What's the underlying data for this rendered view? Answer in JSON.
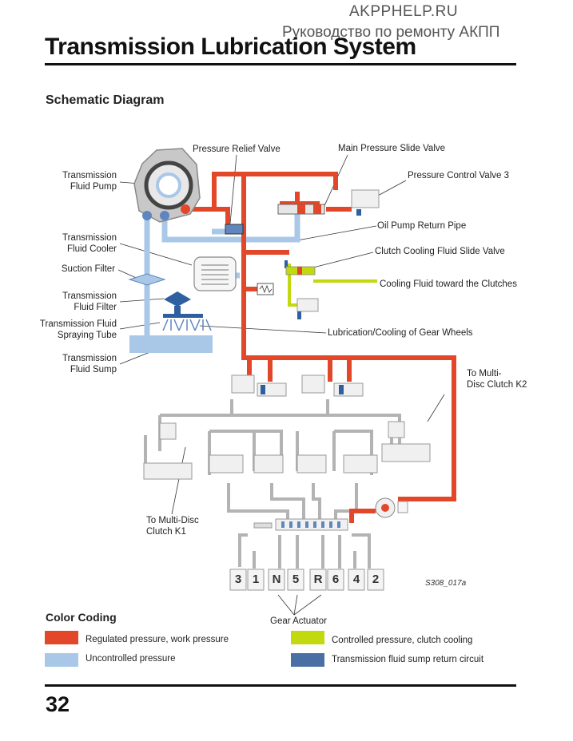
{
  "watermark": {
    "site": "AKPPHELP.RU",
    "caption": "Руководство по ремонту АКПП"
  },
  "header": {
    "title": "Transmission Lubrication System",
    "subtitle": "Schematic Diagram"
  },
  "labels": {
    "pump": [
      "Transmission",
      "Fluid Pump"
    ],
    "relief": "Pressure Relief Valve",
    "main_slide": "Main Pressure Slide Valve",
    "pcv3": "Pressure Control Valve 3",
    "cooler": [
      "Transmission",
      "Fluid Cooler"
    ],
    "return_pipe": "Oil Pump Return Pipe",
    "suction": "Suction Filter",
    "clutch_slide": "Clutch Cooling Fluid Slide Valve",
    "cooling_toward": "Cooling Fluid toward the Clutches",
    "filter": [
      "Transmission",
      "Fluid Filter"
    ],
    "spray": [
      "Transmission Fluid",
      "Spraying Tube"
    ],
    "lubrication": "Lubrication/Cooling of Gear Wheels",
    "sump": [
      "Transmission",
      "Fluid Sump"
    ],
    "k2": [
      "To Multi-",
      "Disc Clutch K2"
    ],
    "k1": [
      "To Multi-Disc",
      "Clutch K1"
    ],
    "gear_actuator": "Gear Actuator",
    "figure_ref": "S308_017a"
  },
  "gears": [
    "3",
    "1",
    "N",
    "5",
    "R",
    "6",
    "4",
    "2"
  ],
  "color_coding": {
    "title": "Color Coding",
    "items": [
      {
        "label": "Regulated pressure, work pressure",
        "color": "#e2472a"
      },
      {
        "label": "Uncontrolled pressure",
        "color": "#a9c8e8"
      },
      {
        "label": "Controlled pressure, clutch cooling",
        "color": "#c2d80f"
      },
      {
        "label": "Transmission fluid sump return circuit",
        "color": "#4a6fa5"
      }
    ]
  },
  "colors": {
    "red": "#e2472a",
    "light_blue": "#a9c8e8",
    "yellow": "#c2d80f",
    "dark_blue": "#2e5f9e",
    "grey_line": "#b3b3b3"
  },
  "footer": {
    "page_number": "32"
  }
}
